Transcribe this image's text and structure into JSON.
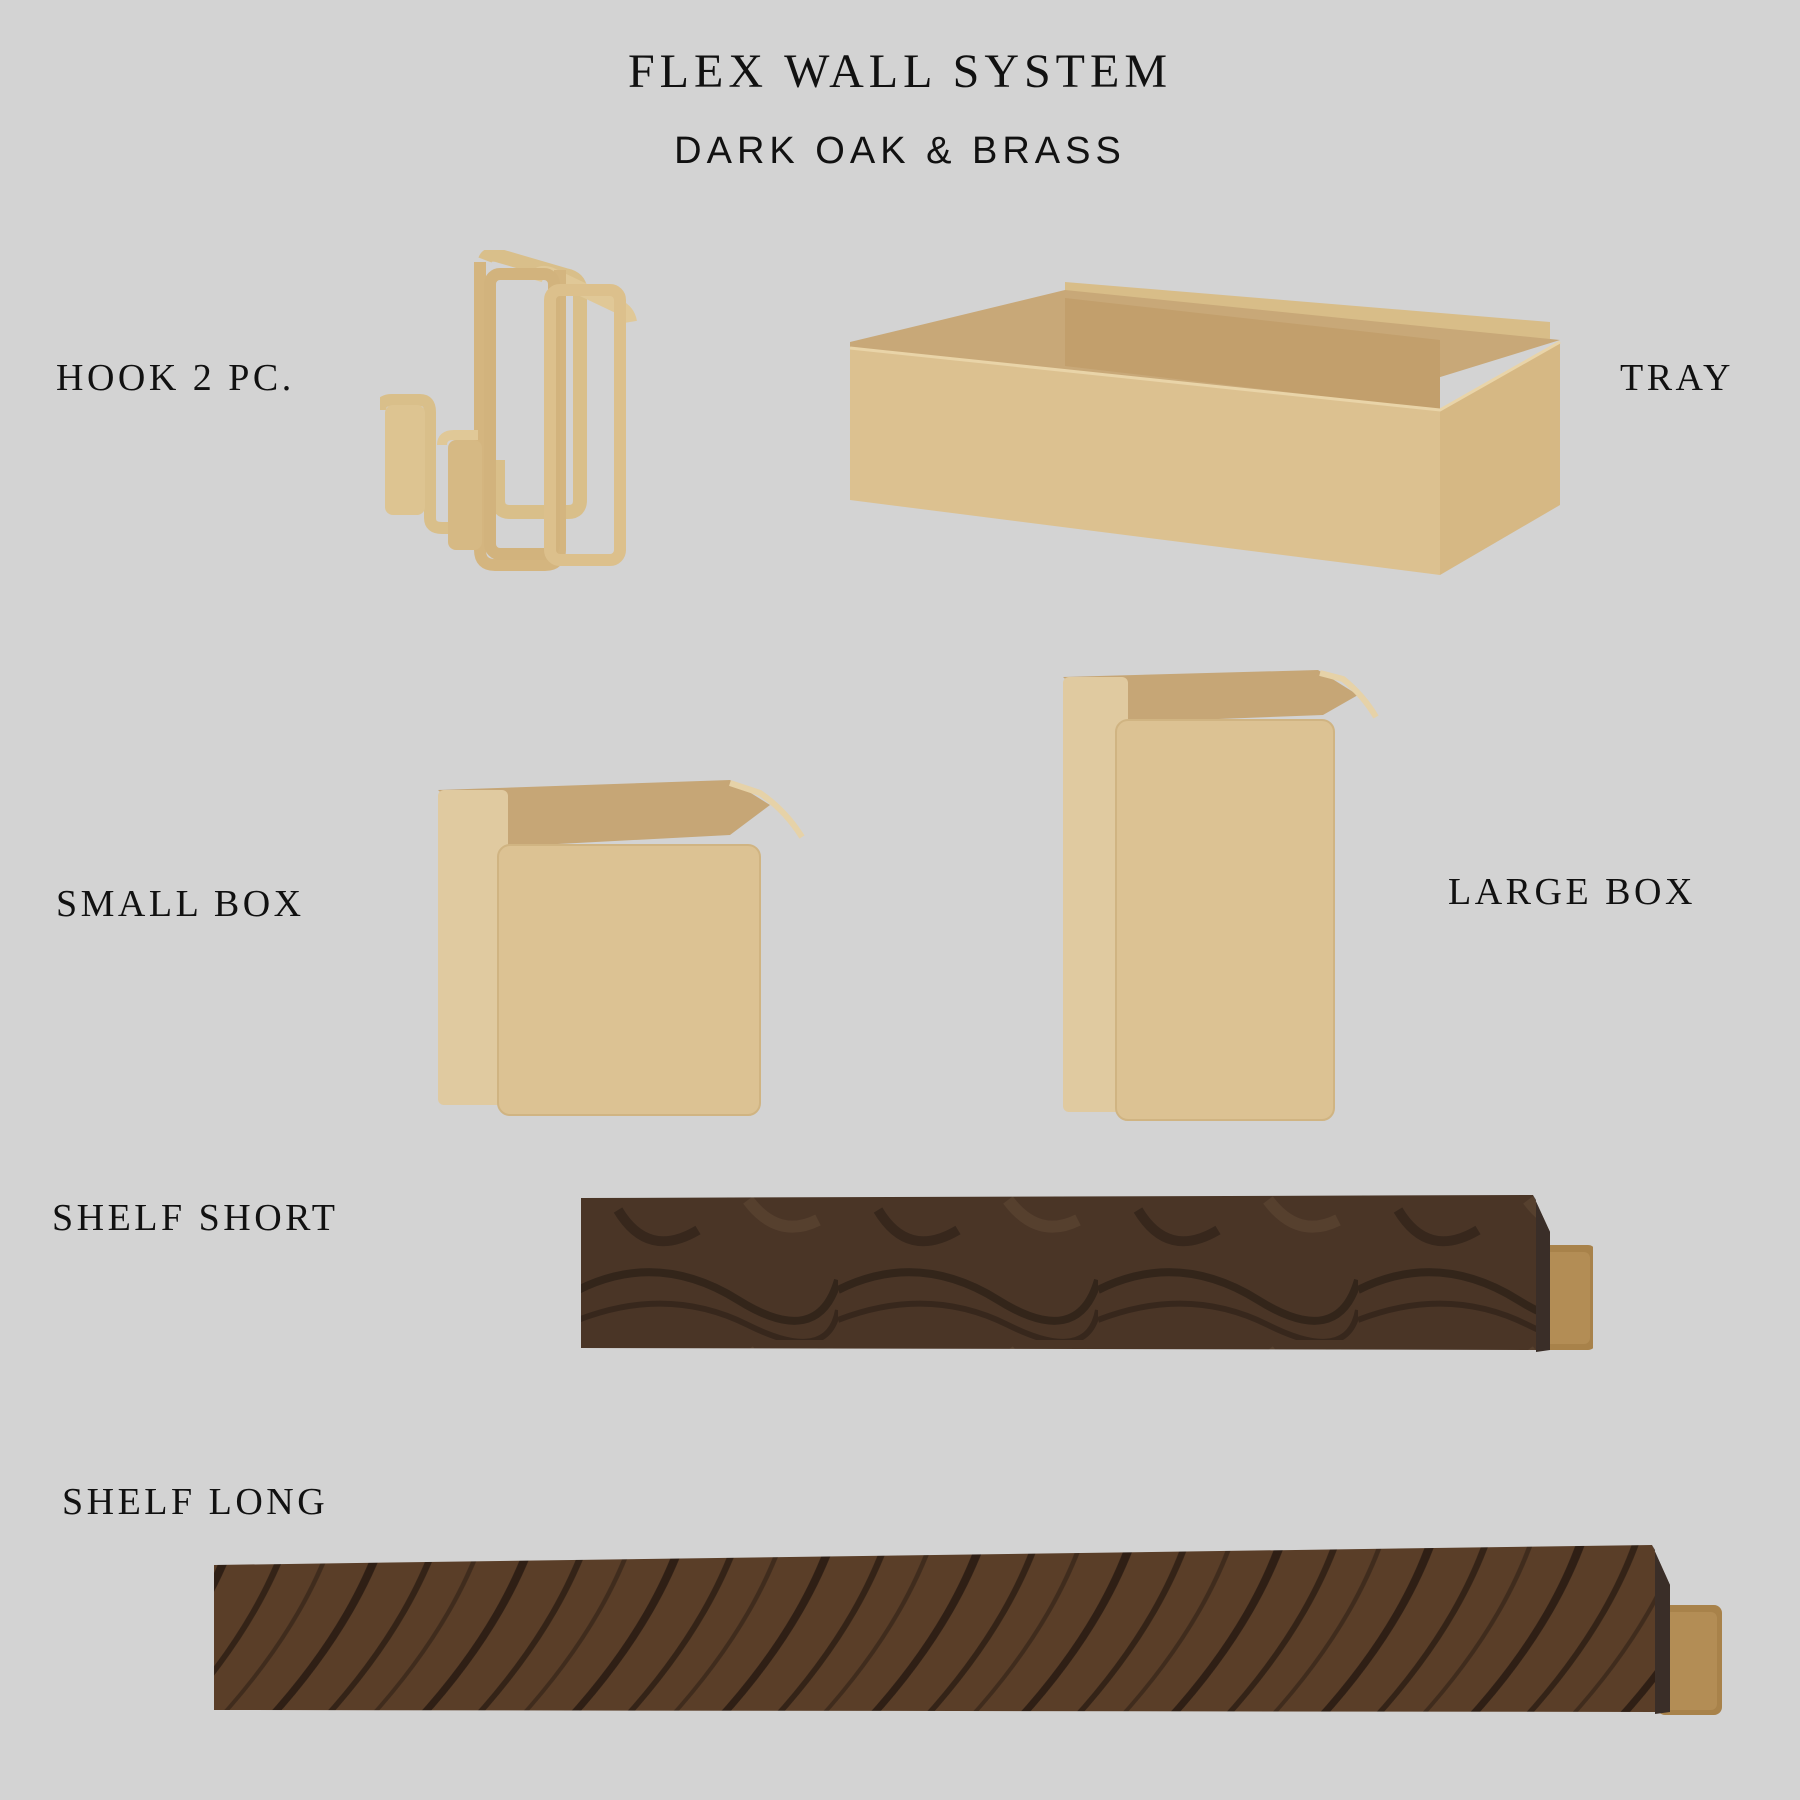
{
  "header": {
    "title": "FLEX WALL SYSTEM",
    "subtitle": "DARK OAK & BRASS"
  },
  "products": [
    {
      "id": "hook",
      "label": "HOOK 2 PC.",
      "material": "brass"
    },
    {
      "id": "tray",
      "label": "TRAY",
      "material": "brass"
    },
    {
      "id": "small_box",
      "label": "SMALL BOX",
      "material": "brass"
    },
    {
      "id": "large_box",
      "label": "LARGE BOX",
      "material": "brass"
    },
    {
      "id": "shelf_short",
      "label": "SHELF SHORT",
      "material": "dark oak"
    },
    {
      "id": "shelf_long",
      "label": "SHELF LONG",
      "material": "dark oak"
    }
  ],
  "colors": {
    "background": "#d3d3d3",
    "brass": "#dcc190",
    "brass_shadow": "#c9ab78",
    "brass_inner": "#c8a878",
    "oak": "#4a3526",
    "oak_grain": "#2a1e16",
    "oak_end": "#3a2e28",
    "bracket": "#a8824a"
  }
}
